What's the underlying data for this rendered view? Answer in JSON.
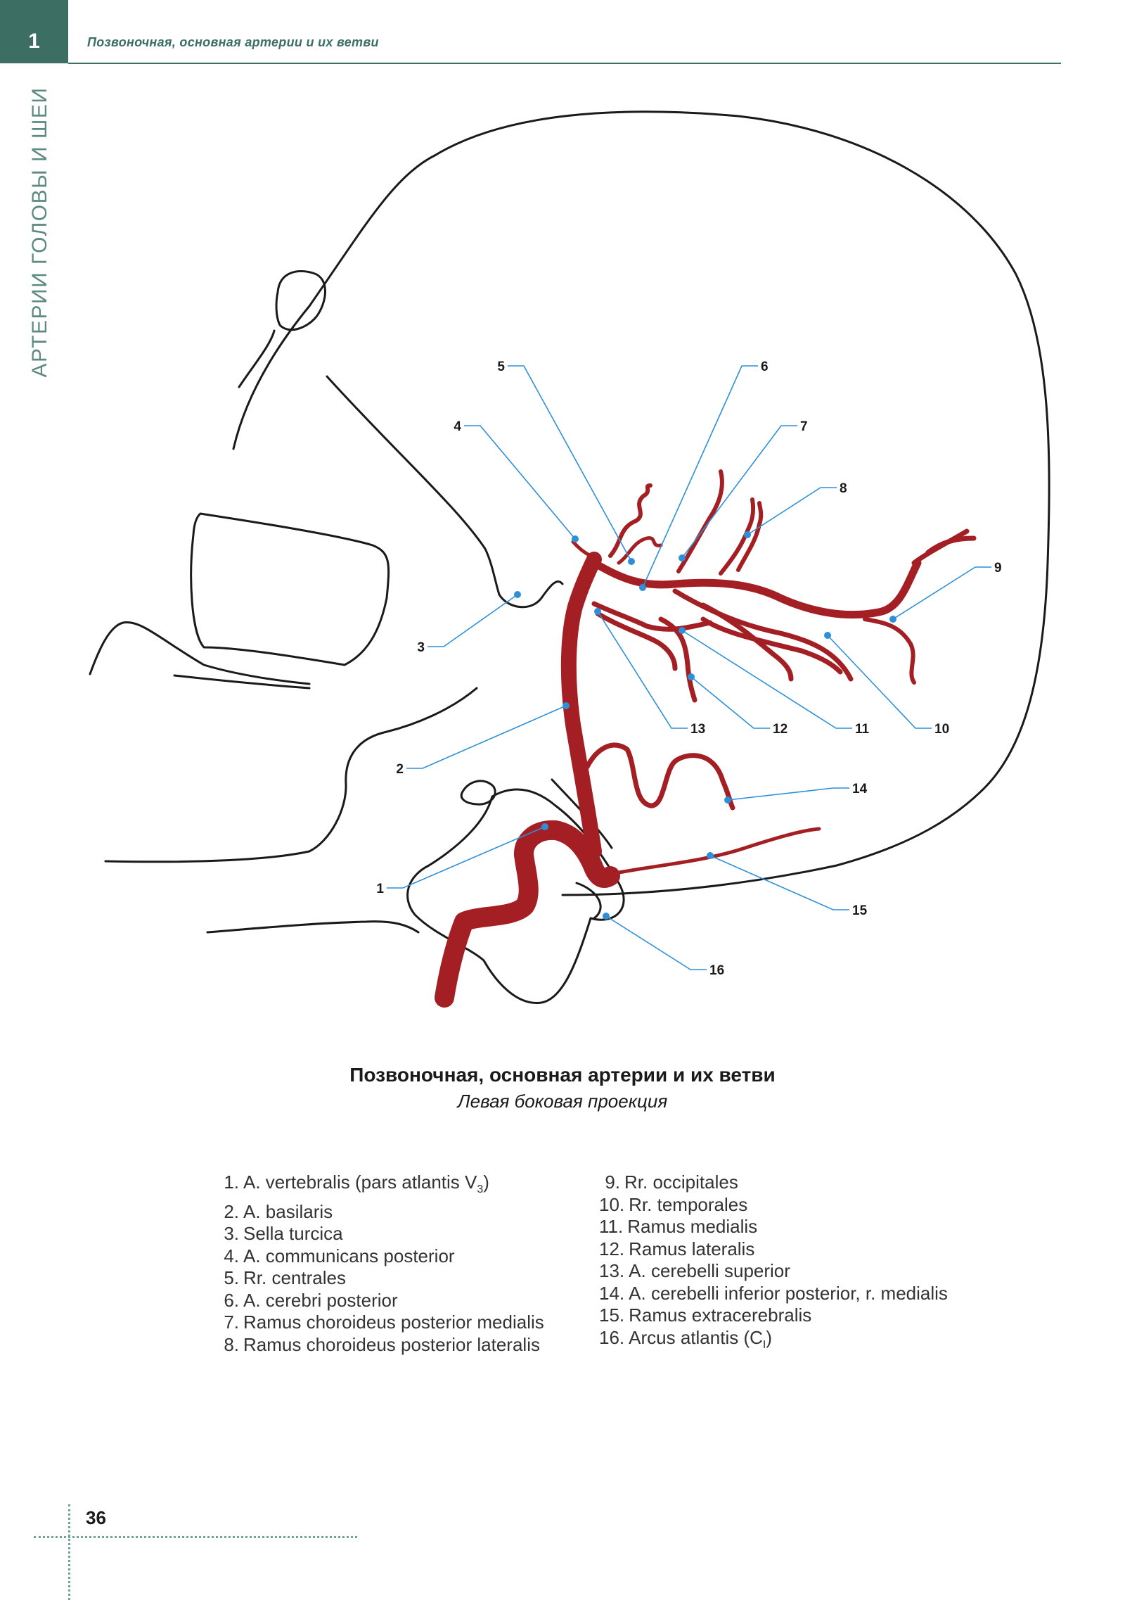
{
  "header": {
    "chapter_number": "1",
    "running_title": "Позвоночная, основная артерии и их ветви",
    "side_title": "АРТЕРИИ ГОЛОВЫ И ШЕИ"
  },
  "figure": {
    "callouts": [
      "1",
      "2",
      "3",
      "4",
      "5",
      "6",
      "7",
      "8",
      "9",
      "10",
      "11",
      "12",
      "13",
      "14",
      "15",
      "16"
    ]
  },
  "caption": {
    "title": "Позвоночная, основная артерии и их ветви",
    "subtitle": "Левая боковая проекция"
  },
  "legend": [
    {
      "number": "1.",
      "text": "A. vertebralis (pars atlantis V",
      "sub": "3",
      "suffix": ")"
    },
    {
      "number": "2.",
      "text": "A. basilaris"
    },
    {
      "number": "3.",
      "text": "Sella turcica"
    },
    {
      "number": "4.",
      "text": "A. communicans posterior"
    },
    {
      "number": "5.",
      "text": "Rr. centrales"
    },
    {
      "number": "6.",
      "text": "A. cerebri posterior"
    },
    {
      "number": "7.",
      "text": "Ramus choroideus posterior medialis"
    },
    {
      "number": "8.",
      "text": "Ramus choroideus posterior lateralis"
    },
    {
      "number": "9.",
      "text": "Rr. occipitales"
    },
    {
      "number": "10.",
      "text": "Rr. temporales"
    },
    {
      "number": "11.",
      "text": "Ramus medialis"
    },
    {
      "number": "12.",
      "text": "Ramus lateralis"
    },
    {
      "number": "13.",
      "text": "A. cerebelli superior"
    },
    {
      "number": "14.",
      "text": "A. cerebelli inferior posterior, r. medialis"
    },
    {
      "number": "15.",
      "text": "Ramus extracerebralis"
    },
    {
      "number": "16.",
      "text": "Arcus atlantis (C",
      "sub": "I",
      "suffix": ")"
    }
  ],
  "footer": {
    "page_number": "36"
  },
  "colors": {
    "accent": "#3c6e64",
    "artery": "#a31f24",
    "leader": "#2e8fd8"
  }
}
